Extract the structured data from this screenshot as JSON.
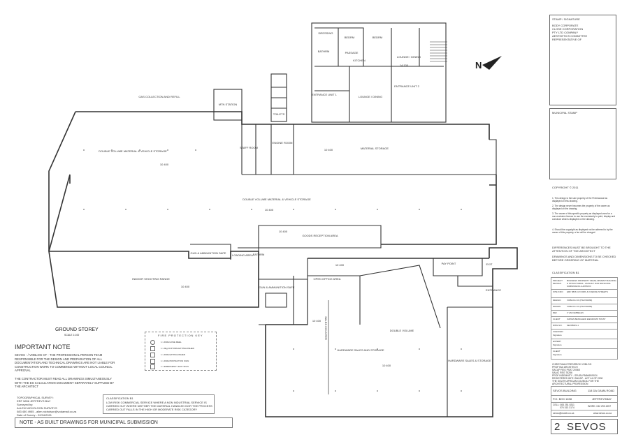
{
  "plan": {
    "title": "GROUND STOREY",
    "scale": "SCALE 1:100",
    "rooms": [
      {
        "id": "dressing",
        "label": "DRESSING"
      },
      {
        "id": "bedroom1",
        "label": "BEDRM"
      },
      {
        "id": "bedroom2",
        "label": "BEDRM"
      },
      {
        "id": "bathrm",
        "label": "BATHRM"
      },
      {
        "id": "passage",
        "label": "PASSAGE"
      },
      {
        "id": "kitchen",
        "label": "KITCHEN"
      },
      {
        "id": "lounge2",
        "label": "LOUNGE / DINING"
      },
      {
        "id": "entrance1",
        "label": "ENTRANCE UNIT 1"
      },
      {
        "id": "lounge1",
        "label": "LOUNGE / DINING"
      },
      {
        "id": "entrance2",
        "label": "ENTRANCE UNIT 2"
      },
      {
        "id": "gas",
        "label": "GAS COLLECTION AND REFILL"
      },
      {
        "id": "mtn",
        "label": "MTN STATION"
      },
      {
        "id": "toilets",
        "label": "TOILETS"
      },
      {
        "id": "staff",
        "label": "STAFF ROOM"
      },
      {
        "id": "engine",
        "label": "ENGINE ROOM"
      },
      {
        "id": "material",
        "label": "MATERIAL STORAGE"
      },
      {
        "id": "dv_storage",
        "label": "DOUBLE VOLUME MATERIAL & VEHICLE STORAGE"
      },
      {
        "id": "dv_center",
        "label": "DOUBLE VOLUME MATERIAL & VEHICLE STORAGE"
      },
      {
        "id": "goods",
        "label": "GOODS RECEPTION AREA"
      },
      {
        "id": "gun1",
        "label": "GUN & AMMUNITION SAFE"
      },
      {
        "id": "loading",
        "label": "LOADING AREA"
      },
      {
        "id": "bathrm2",
        "label": "BATHRM"
      },
      {
        "id": "shooting",
        "label": "INDOOR SHOOTING RANGE"
      },
      {
        "id": "gun2",
        "label": "GUN & AMMUNITION SAFE"
      },
      {
        "id": "openoffice",
        "label": "OPEN OFFICE AREA"
      },
      {
        "id": "paypoint",
        "label": "PAY POINT"
      },
      {
        "id": "exit",
        "label": "EXIT"
      },
      {
        "id": "entrance",
        "label": "ENTRANCE"
      },
      {
        "id": "dv",
        "label": "DOUBLE VOLUME"
      },
      {
        "id": "hardware",
        "label": "HARDWARE SALES AND STORAGE"
      },
      {
        "id": "hardware2",
        "label": "HARDWARE SALES & STORAGE"
      },
      {
        "id": "salescounter",
        "label": "SALES COUNTER"
      }
    ],
    "levels": [
      "10 400",
      "10 400",
      "10 400",
      "10 400",
      "10 400",
      "10 400",
      "10 400",
      "10 400",
      "14 100"
    ]
  },
  "fire_key": {
    "title": "FIRE PROTECTION KEY",
    "rows": [
      "1 x FIRE HOSE REEL",
      "1 x 9kg DCP FIRE EXTINGUISHER",
      "1 x FIRE EXTINGUISHER",
      "1 x FIRE PROTECTION SIGN",
      "1 x EMERGENCY EXIT SIGN"
    ]
  },
  "notes": {
    "heading": "IMPORTANT NOTE",
    "body": "SEVOS - / VOBLOG CF - THE PROFESSIONAL PERSON TEAM RESPONSIBLE FOR THE DESIGN AND PREPARATION OF ALL DOCUMENTATION AND TECHNICAL DRAWINGS ARE NOT LIABLE FOR CONSTRUCTION WORK TO COMMENCE WITHOUT LOCAL COUNCIL APPROVAL",
    "contractor": "THE CONTRACTOR MUST READ ALL DRAWINGS SIMULTANEOUSLY WITH THE ES CALCULATION DOCUMENT SEPARATELY SUPPLIED BY THE ARCHITECT",
    "survey": [
      "TOPOGRAPHICAL SURVEY:",
      "ERF 5836 JEFFREYS BAY",
      "Surveyed by:",
      "ALLEN NICHOLSON SURVEYS",
      "083 450 4955 - allen.nicholson@vodamail.co.za",
      "Date of Survey - 22/04/2021"
    ],
    "classification_title": "CLASSIFICATION B1",
    "classification": "LOW RISK COMMERCIAL SERVICE WHERE A NON INDUSTRIAL SERVICE IS CARRIED OUT WHERE NEITHER THE MATERIAL HANDLED NOR THE PROCESS CARRIED OUT FALLS IN THE HIGH OR MODERATE RISK CATEGORY",
    "bottom": "NOTE - AS BUILT DRAWINGS FOR MUNICIPAL SUBMISSION"
  },
  "titleblock": {
    "stamp_title": "STAMP / SIGNATURE",
    "stamp_lines": [
      "BODY CORPORATE",
      "CLOSE CORPORATION",
      "PTY LTD COMPANY",
      "AESTHETICS COMMITTEE",
      "REPRESENTATIVE OF"
    ],
    "municipal": "MUNICIPAL STAMP",
    "copyright_title": "COPYRIGHT © 2011",
    "copyright_lines": [
      "1. This design is the sole property of the Professional as displayed on this drawing.",
      "2. The design never becomes the property of the owner as displayed on the drawing.",
      "3. The owner of this specific property as displayed uses for a non-exclusive licence to use the exclusively to print, display and construct what is displayed on the drawing.",
      "4. Should the copyright as displayed not be adhered to by the owner of this property, a fee will be charged."
    ],
    "differences": "DIFFERENCES MUST BE BROUGHT TO THE ATTENTION OF THE ARCHITECT",
    "check": "DRAWINGS AND DIMENSIONS TO BE CHECKED BEFORE ORDERING OF MATERIAL",
    "classification_label": "CLASSIFICATION B1",
    "fields": [
      {
        "k": "PROJECT DETAILS",
        "v": "BUSINESS PROPERTY DEVELOPMENT BUILDING & STRUCTURES - AS BUILT FOR MUNICIPAL SUBMISSION & APPROV"
      },
      {
        "k": "SITE INFO",
        "v": "ERF 5836 C/O DIRK & KOEDOE STREETS"
      },
      {
        "k": "DESIGN",
        "v": "VOBLOG CF (PSAT20068)"
      },
      {
        "k": "DRAWN",
        "v": "VOBLOG CF (PSAT20068)"
      },
      {
        "k": "REF",
        "v": "F VAN EMBELEN"
      },
      {
        "k": "CLIENT",
        "v": "OZZIES BESIGHEID EIENDOMS TRUST"
      },
      {
        "k": "DWG NO.",
        "v": "SEV05821-1"
      }
    ],
    "signatures": [
      "CHECKED",
      "Signature",
      "EXPERT",
      "Signature",
      "CLIENT",
      "Signature"
    ],
    "architect": [
      "CHRISTIAAN FREDERICK VOBLOG",
      "PROF BUI ARCHITECH",
      "SACAP REG PSAT 20068",
      "SAAIC REG 75256",
      "PROF INDEMNITY - SPL/BLP5/6669/9024",
      "REGISTERED WITH SACAP - ACT 44 OF 2000",
      "THE SOUTH AFRICAN COUNCIL FOR THE ARCHITECTURAL PROFESSION"
    ],
    "company": "SEVOS BUILDING",
    "address": "118 DA GAMA ROAD",
    "pobox": "P.O. BOX 1698",
    "town": "JEFFREYSBAY",
    "cell": "CELL: 083 251 8311",
    "cell2": "076 313 3174",
    "work": "WORK: 042 293 4257",
    "email": "sevos@mweb.co.za",
    "web": "www.sevos.co.za",
    "sheet_no": "2",
    "brand": "SEVOS"
  }
}
